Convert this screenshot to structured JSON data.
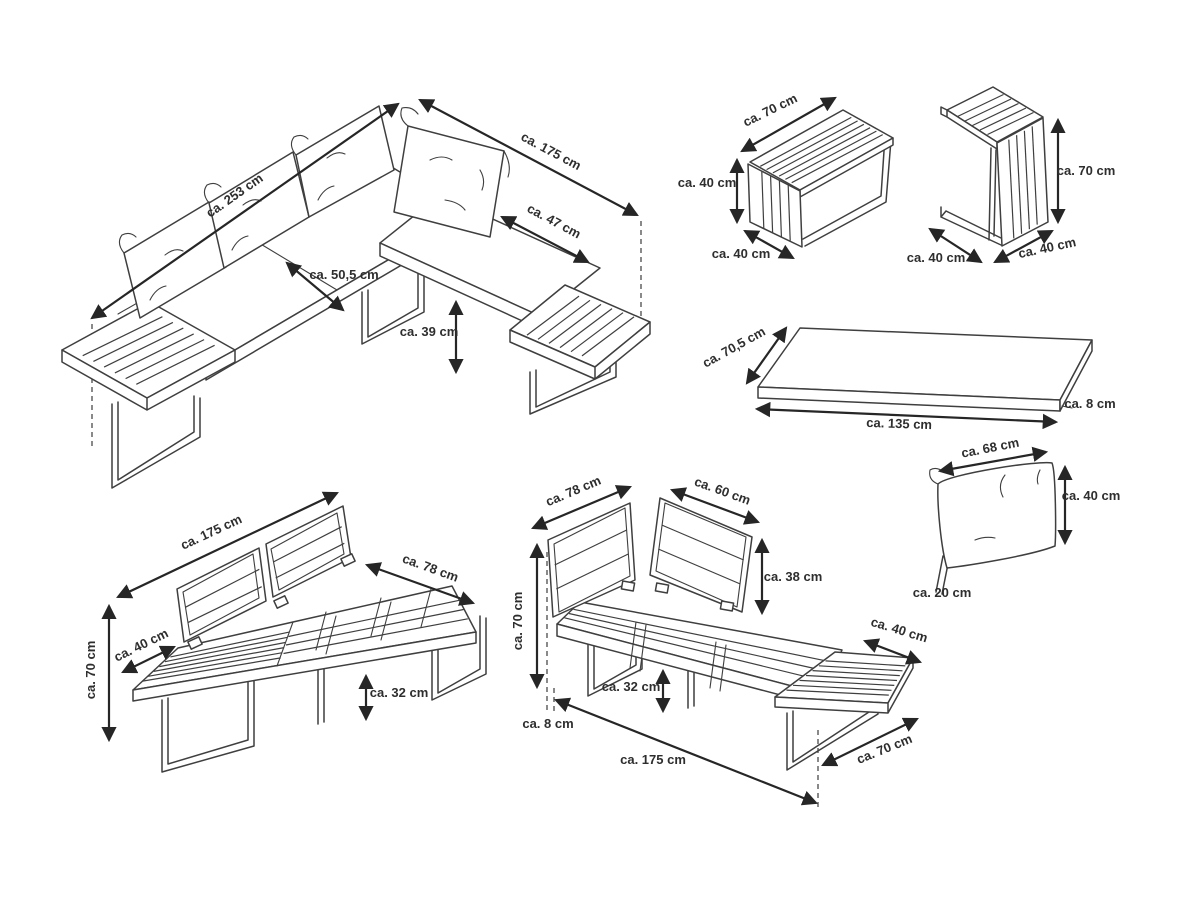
{
  "dimensions": {
    "sofa": {
      "back_length": "ca. 253 cm",
      "side_length": "ca. 175 cm",
      "cushion_depth": "ca. 47 cm",
      "seat_depth": "ca. 50,5 cm",
      "seat_height": "ca. 39 cm"
    },
    "coffee_table": {
      "top_width": "ca. 70 cm",
      "height": "ca. 40 cm",
      "depth": "ca. 40 cm"
    },
    "side_table": {
      "height": "ca. 70 cm",
      "foot_depth": "ca. 40 cm",
      "top_width": "ca. 40 cm"
    },
    "seat_pad": {
      "depth": "ca. 70,5 cm",
      "length": "ca. 135 cm",
      "thickness": "ca. 8 cm"
    },
    "back_cushion": {
      "width": "ca. 68 cm",
      "height": "ca. 40 cm",
      "gusset_depth": "ca. 20 cm"
    },
    "bench_left": {
      "length": "ca. 175 cm",
      "depth": "ca. 78 cm",
      "shelf_depth": "ca. 40 cm",
      "height": "ca. 70 cm",
      "seat_height": "ca. 32 cm"
    },
    "bench_right": {
      "backrest_left_width": "ca. 78 cm",
      "backrest_right_width": "ca. 60 cm",
      "backrest_height": "ca. 38 cm",
      "height": "ca. 70 cm",
      "seat_height": "ca. 32 cm",
      "frame_thickness": "ca. 8 cm",
      "length": "ca. 175 cm",
      "shelf_depth": "ca. 40 cm",
      "end_width": "ca. 70 cm"
    }
  },
  "colors": {
    "line": "#3f3f3f",
    "dimension": "#262626",
    "label_text": "#2e2e2e",
    "background": "#ffffff"
  }
}
